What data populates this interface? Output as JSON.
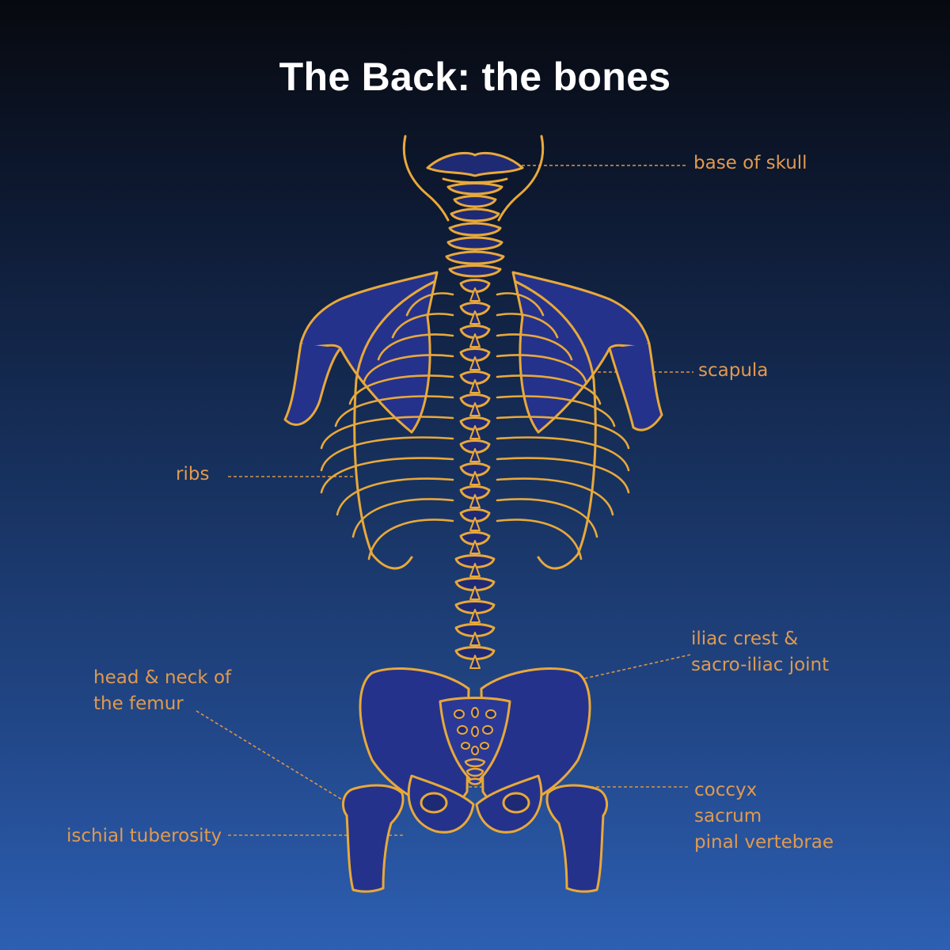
{
  "title": "The Back: the bones",
  "colors": {
    "bone_outline": "#e8a93a",
    "bone_fill": "#25328c",
    "label_text": "#e09a4f",
    "leader_line": "#d9954a",
    "background_top": "#07090f",
    "background_bottom": "#2d5fb3"
  },
  "labels": {
    "base_of_skull": "base of skull",
    "scapula": "scapula",
    "ribs": "ribs",
    "iliac_crest_line1": "iliac crest &",
    "iliac_crest_line2": "sacro-iliac joint",
    "head_neck_femur_line1": "head & neck of",
    "head_neck_femur_line2": "the femur",
    "coccyx": "coccyx",
    "sacrum": "sacrum",
    "spinal_vertebrae": "pinal vertebrae",
    "ischial_tuberosity": "ischial tuberosity"
  }
}
